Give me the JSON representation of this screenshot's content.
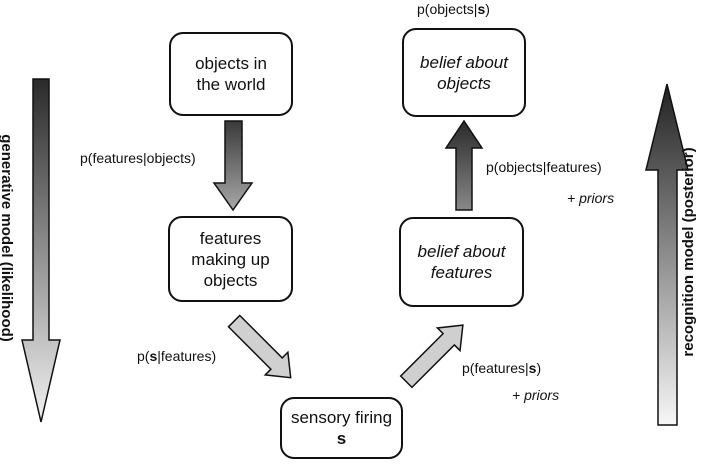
{
  "nodes": {
    "objects_world": "objects in\nthe world",
    "features_making": "features\nmaking up\nobjects",
    "sensory": {
      "line1": "sensory firing",
      "line2": "s"
    },
    "belief_features": "belief about\nfeatures",
    "belief_objects": "belief about\nobjects"
  },
  "labels": {
    "p_features_objects": "p(features|objects)",
    "p_s_features": {
      "prefix": "p(",
      "bold": "s",
      "suffix": "|features)"
    },
    "p_features_s": {
      "prefix": "p(features|",
      "bold": "s",
      "suffix": ")"
    },
    "priors_low": "+ priors",
    "p_objects_features": "p(objects|features)",
    "priors_high": "+ priors",
    "p_objects_s": {
      "prefix": "p(objects|",
      "bold": "s",
      "suffix": ")"
    }
  },
  "side_labels": {
    "generative": "generative model (likelihood)",
    "recognition": "recognition model (posterior)"
  },
  "colors": {
    "dark": "#2a2a2a",
    "light": "#f2f2f2",
    "border": "#111111"
  }
}
